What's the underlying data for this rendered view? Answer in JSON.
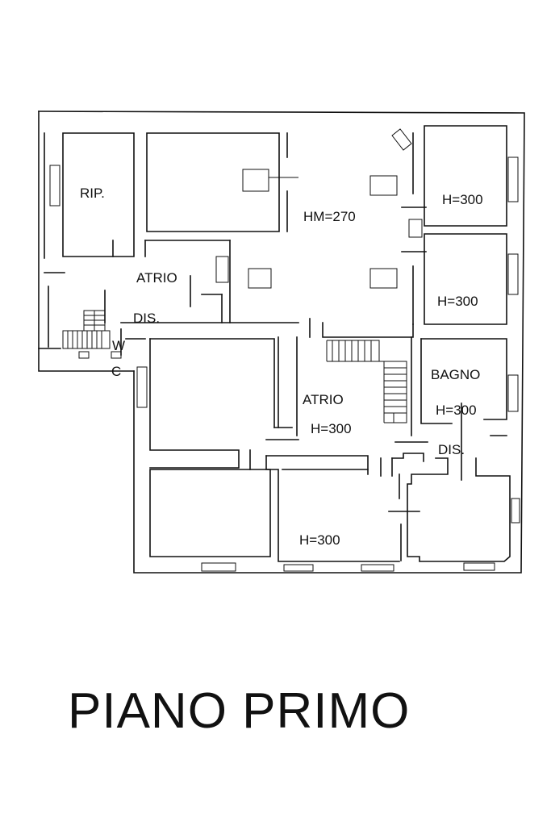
{
  "title": "PIANO PRIMO",
  "rooms": {
    "rip": "RIP.",
    "atrio_left": "ATRIO",
    "dis_left": "DIS.",
    "w": "W",
    "c": "C",
    "hm_center": "HM=270",
    "h_top_right": "H=300",
    "h_mid_right": "H=300",
    "bagno": "BAGNO",
    "h_bagno": "H=300",
    "dis_right": "DIS.",
    "atrio_center": "ATRIO",
    "h_atrio_center": "H=300",
    "h_bottom_center": "H=300"
  },
  "colors": {
    "line": "#111111",
    "background": "#ffffff"
  }
}
